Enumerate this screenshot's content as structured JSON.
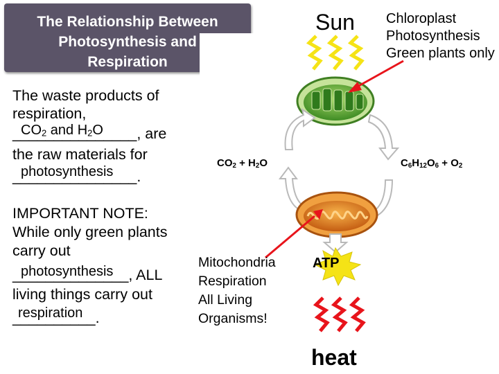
{
  "title": {
    "line1": "The Relationship Between",
    "line2": "Photosynthesis and",
    "line3": "Respiration"
  },
  "sun_label": "Sun",
  "chloroplast": {
    "line1": "Chloroplast",
    "line2": "Photosynthesis",
    "line3": "Green plants only"
  },
  "waste": {
    "line1": "The waste products of",
    "line2": "respiration,",
    "blank1": "_______________",
    "after1": ", are",
    "answer1": {
      "part1": "CO",
      "sub1": "2",
      "part2": " and H",
      "sub2": "2",
      "part3": "O"
    },
    "line4": "the raw materials for",
    "blank2": "_______________",
    "after2": ".",
    "answer2": "photosynthesis"
  },
  "note": {
    "line1": "IMPORTANT NOTE:",
    "line2": "While only green plants",
    "line3": "carry out",
    "blank3": "______________",
    "after3": ", ALL",
    "answer3": "photosynthesis",
    "line5": "living things carry out",
    "blank4": "__________",
    "after4": ".",
    "answer4": "respiration"
  },
  "equation_left": {
    "a": "CO",
    "a_sub": "2",
    "plus": " + H",
    "b_sub": "2",
    "b": "O"
  },
  "equation_right": {
    "c": "C",
    "c_sub1": "6",
    "h": "H",
    "h_sub": "12",
    "o": "O",
    "o_sub": "6",
    "plus": " + O",
    "o2_sub": "2"
  },
  "mitochondria": {
    "line1": "Mitochondria",
    "line2": "Respiration",
    "line3": "All Living",
    "line4": "Organisms!"
  },
  "atp_label": "ATP",
  "heat_label": "heat",
  "colors": {
    "title_bg": "#5b5468",
    "arrow_red": "#e8141b",
    "lightning_yellow": "#f5e316",
    "chloro_green": "#4f9a2e",
    "mito_orange": "#e0801e"
  }
}
